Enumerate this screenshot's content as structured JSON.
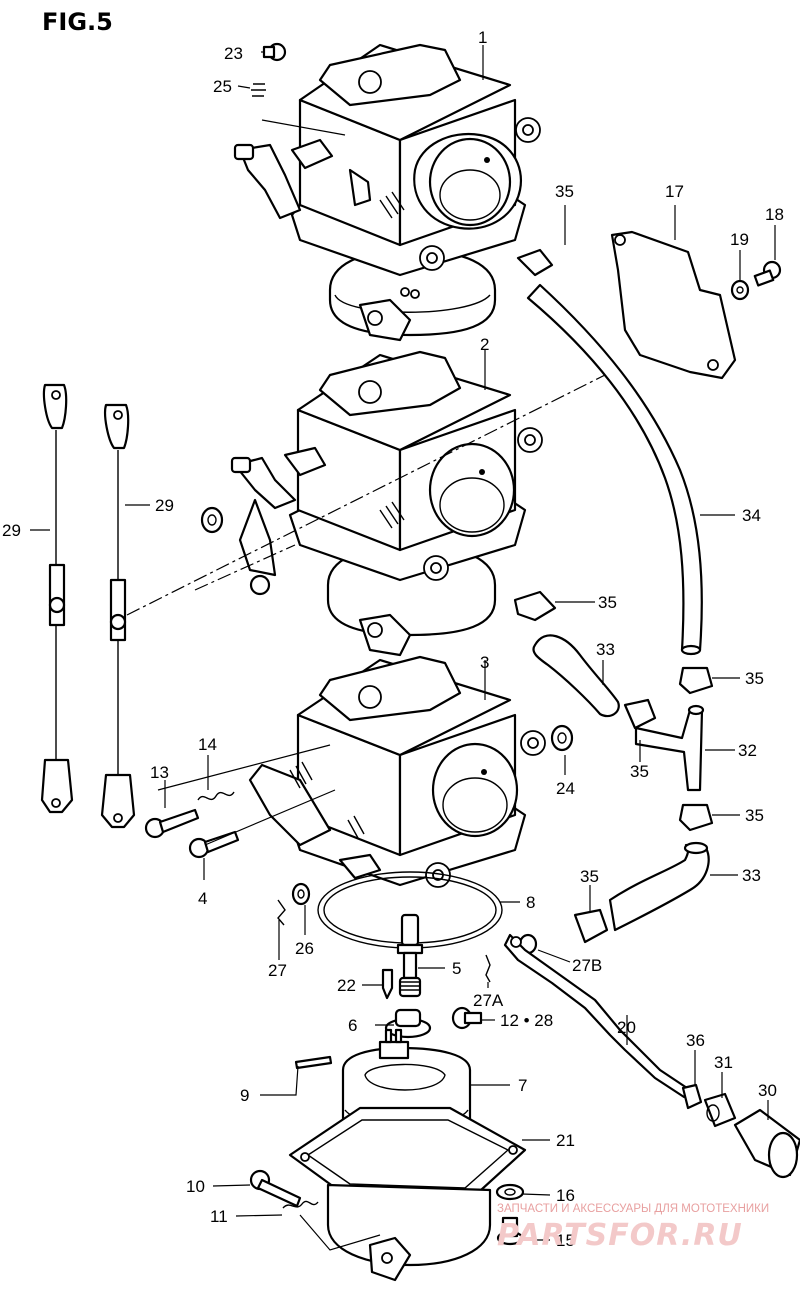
{
  "figure_title": "FIG.5",
  "labels": {
    "l1": "1",
    "l2": "2",
    "l3": "3",
    "l4": "4",
    "l5": "5",
    "l6": "6",
    "l7": "7",
    "l8": "8",
    "l9": "9",
    "l10": "10",
    "l11": "11",
    "l12": "12 • 28",
    "l13": "13",
    "l14": "14",
    "l15": "15",
    "l16": "16",
    "l17": "17",
    "l18": "18",
    "l19": "19",
    "l20": "20",
    "l21": "21",
    "l22": "22",
    "l23": "23",
    "l24": "24",
    "l25": "25",
    "l26": "26",
    "l27": "27",
    "l27a": "27A",
    "l27b": "27B",
    "l29a": "29",
    "l29b": "29",
    "l30": "30",
    "l31": "31",
    "l32": "32",
    "l33a": "33",
    "l33b": "33",
    "l34": "34",
    "l35a": "35",
    "l35b": "35",
    "l35c": "35",
    "l35d": "35",
    "l35e": "35",
    "l35f": "35",
    "l36": "36"
  },
  "watermark": {
    "line1": "ЗАПЧАСТИ И АКСЕССУАРЫ ДЛЯ МОТОТЕХНИКИ",
    "line2": "PARTSFOR.RU"
  }
}
